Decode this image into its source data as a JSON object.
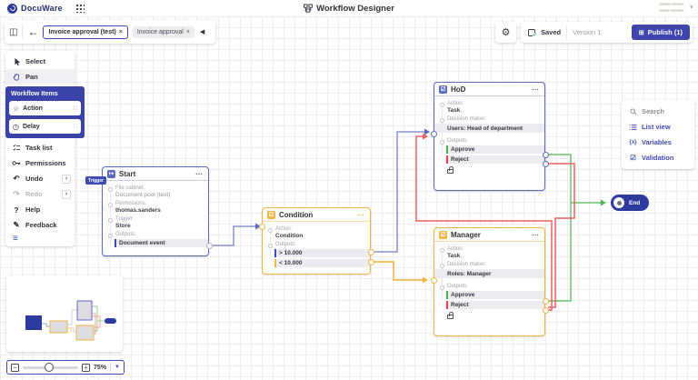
{
  "topbar": {
    "brand": "DocuWare",
    "app_title": "Workflow Designer",
    "user_name": "▪▪▪▪▪▪▪▪ ▪▪▪▪▪▪▪▪",
    "user_org": "▪▪▪▪▪▪▪ ▪▪▪▪▪▪▪▪▪"
  },
  "tabs": {
    "items": [
      {
        "label": "Invoice approval (test)",
        "close": "×"
      },
      {
        "label": "Invoice approval",
        "close": "×"
      }
    ]
  },
  "actionbar": {
    "saved_label": "Saved",
    "version_label": "Version 1",
    "publish_label": "Publish (1)"
  },
  "sidebar": {
    "select": "Select",
    "pan": "Pan",
    "workflow_items_title": "Workflow Items",
    "action": "Action",
    "delay": "Delay",
    "task_list": "Task list",
    "permissions": "Permissions",
    "undo": "Undo",
    "redo": "Redo",
    "help": "Help",
    "feedback": "Feedback"
  },
  "tools_panel": {
    "search": "Search",
    "list_view": "List view",
    "variables": "Variables",
    "validation": "Validation"
  },
  "zoombar": {
    "zoom_level": "75%"
  },
  "nodes": {
    "start": {
      "title": "Start",
      "badge": "Trigger",
      "file_cabinet_label": "File cabinet:",
      "file_cabinet": "Document pool (test)",
      "permissions_label": "Permissions:",
      "permissions": "thomas.sanders",
      "trigger_label": "Trigger:",
      "trigger": "Store",
      "outputs_label": "Outputs:",
      "output": "Document event"
    },
    "condition": {
      "title": "Condition",
      "action_label": "Action:",
      "action": "Condition",
      "outputs_label": "Outputs:",
      "output_gt": "> 10.000",
      "output_lt": "< 10.000"
    },
    "hod": {
      "title": "HoD",
      "action_label": "Action:",
      "action": "Task",
      "decision_label": "Decision maker:",
      "decision": "Users: Head of department",
      "outputs_label": "Outputs:",
      "approve": "Approve",
      "reject": "Reject"
    },
    "manager": {
      "title": "Manager",
      "action_label": "Action:",
      "action": "Task",
      "decision_label": "Decision maker:",
      "decision": "Roles: Manager",
      "outputs_label": "Outputs:",
      "approve": "Approve",
      "reject": "Reject"
    },
    "end": {
      "title": "End"
    }
  },
  "glyphs": {
    "menu_dots": "⋯",
    "back_arrow": "←",
    "collapse_left": "◀",
    "panel_toggle": "◫",
    "dropdown_down": "▼",
    "chevron_right": "›",
    "drag_handle": "∷",
    "hamburger": "≡",
    "minus": "−",
    "plus": "+",
    "variables": "{x}",
    "validation": "☑",
    "gear": "⚙",
    "publish": "⊞",
    "start_node": "↦",
    "task_node": "☑",
    "undo": "↶",
    "redo": "↷",
    "help": "?",
    "feedback": "✎",
    "star": "☆",
    "delay": "◷",
    "user_chevron": "∨",
    "save_check": "✓"
  },
  "colors": {
    "accent_indigo": "#3f4bb0",
    "node_blue": "#5c6bc0",
    "node_yellow": "#f2b640",
    "wire_violet": "#8a90cc",
    "wire_green": "#6cc271",
    "wire_red": "#ec6060",
    "wire_yellow": "#f0b43c",
    "status_green": "#1f9d44"
  }
}
